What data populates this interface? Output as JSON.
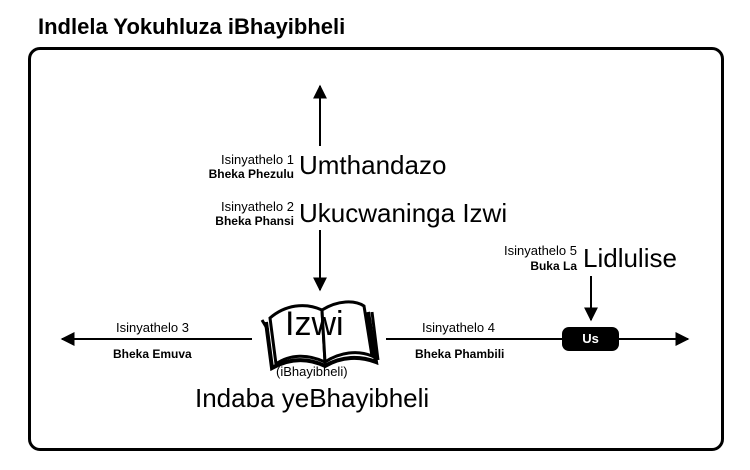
{
  "title": "Indlela Yokuhluza iBhayibheli",
  "steps": [
    {
      "label": "Isinyathelo 1",
      "direction": "Bheka Phezulu",
      "name": "Umthandazo"
    },
    {
      "label": "Isinyathelo 2",
      "direction": "Bheka Phansi",
      "name": "Ukucwaninga Izwi"
    },
    {
      "label": "Isinyathelo 3",
      "direction": "Bheka Emuva"
    },
    {
      "label": "Isinyathelo 4",
      "direction": "Bheka Phambili"
    },
    {
      "label": "Isinyathelo 5",
      "direction": "Buka La",
      "name": "Lidlulise"
    }
  ],
  "book": {
    "word": "Izwi",
    "subtitle": "(iBhayibheli)"
  },
  "story": "Indaba yeBhayibheli",
  "us_badge": "Us"
}
